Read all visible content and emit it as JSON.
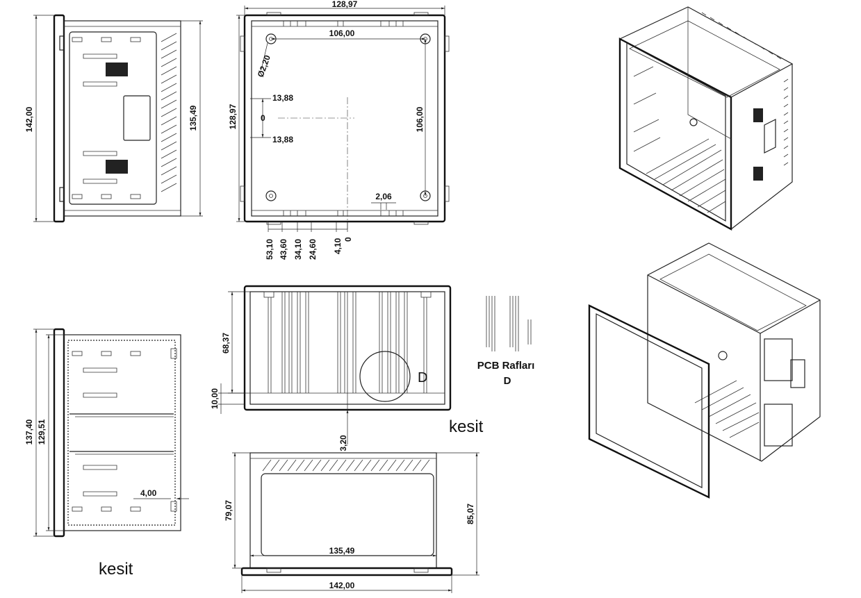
{
  "front_view": {
    "height": "142,00",
    "inner_height": "135,49"
  },
  "top_view": {
    "width": "128,97",
    "hole_spacing": "106,00",
    "hole_dia": "Ø2,20",
    "height": "128,97",
    "upper_offset": "13,88",
    "lower_offset": "13,88",
    "zero": "0",
    "vertical_spacing": "106,00",
    "small_dim": "2,06",
    "bottom_dims": [
      "53,10",
      "43,60",
      "34,10",
      "24,60",
      "4,10",
      "0"
    ]
  },
  "section_left": {
    "outer": "137,40",
    "inner": "129,51",
    "wall": "4,00",
    "label": "kesit"
  },
  "section_center": {
    "height": "68,37",
    "base": "10,00",
    "bottom": "3,20",
    "detail_mark": "D",
    "label": "kesit"
  },
  "detail": {
    "title": "PCB Rafları",
    "subtitle": "D"
  },
  "bottom_view": {
    "height_inner": "79,07",
    "height_outer": "85,07",
    "inner_width": "135,49",
    "outer_width": "142,00"
  }
}
